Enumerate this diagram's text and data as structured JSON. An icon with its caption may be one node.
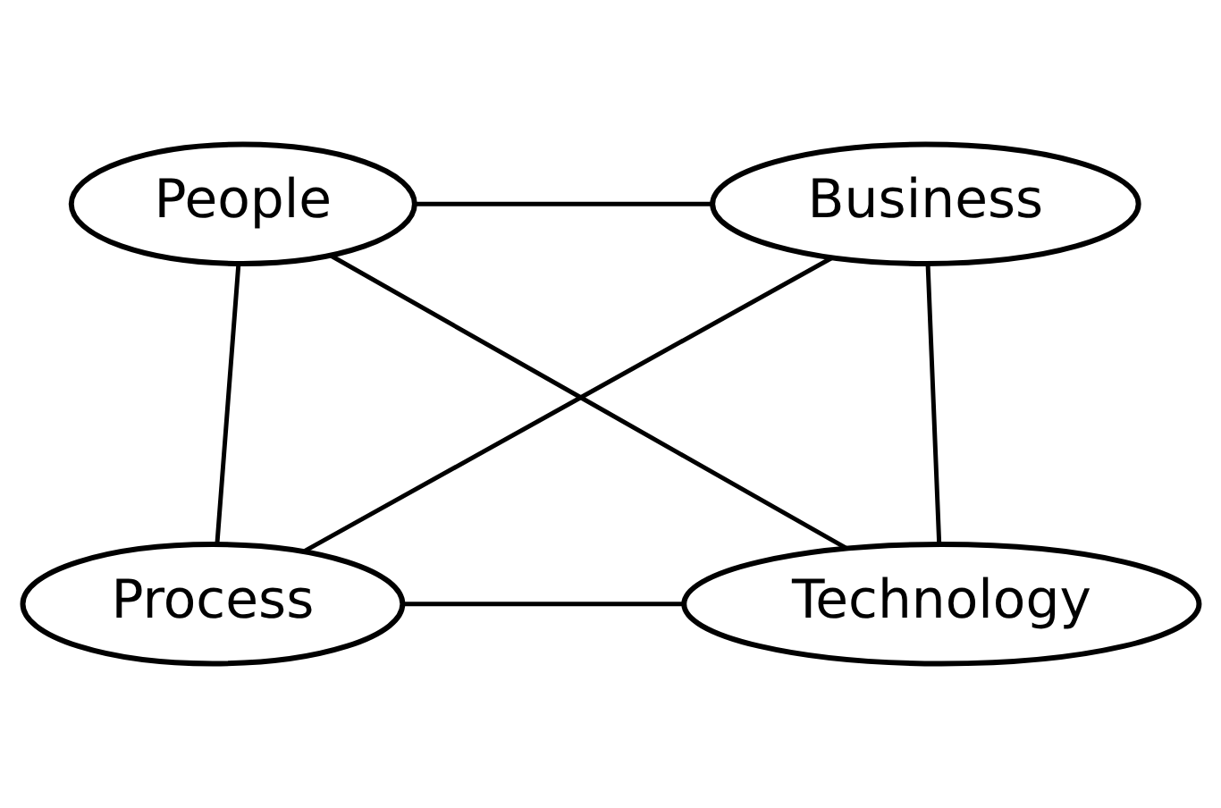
{
  "diagram": {
    "nodes": [
      {
        "text": [
          "People"
        ]
      },
      {
        "text": [
          "Business"
        ]
      },
      {
        "text": [
          "Process"
        ]
      },
      {
        "text": [
          "Technology"
        ]
      }
    ],
    "edges": [
      {
        "from": 0,
        "to": 1,
        "arrow": "none"
      },
      {
        "from": 0,
        "to": 2,
        "arrow": "none"
      },
      {
        "from": 0,
        "to": 3,
        "arrow": "none"
      },
      {
        "from": 1,
        "to": 2,
        "arrow": "none"
      },
      {
        "from": 1,
        "to": 3,
        "arrow": "none"
      },
      {
        "from": 2,
        "to": 3,
        "arrow": "none"
      }
    ]
  }
}
